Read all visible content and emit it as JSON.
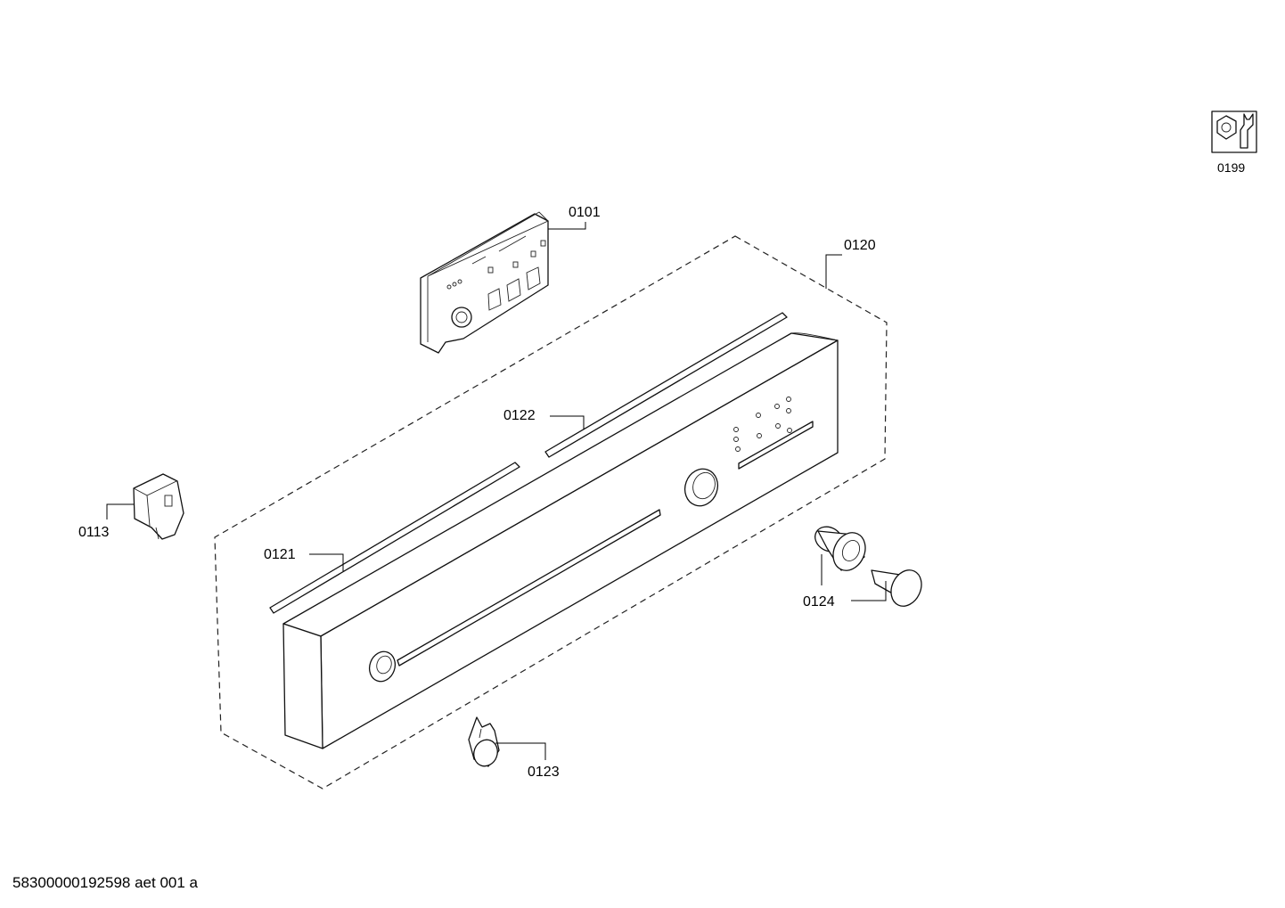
{
  "diagram": {
    "labels": {
      "p0101": "0101",
      "p0113": "0113",
      "p0120": "0120",
      "p0121": "0121",
      "p0122": "0122",
      "p0123": "0123",
      "p0124": "0124",
      "p0199": "0199"
    },
    "service_icon": "wrench-nut-icon"
  },
  "footer": {
    "code": "58300000192598 aet 001 a"
  }
}
